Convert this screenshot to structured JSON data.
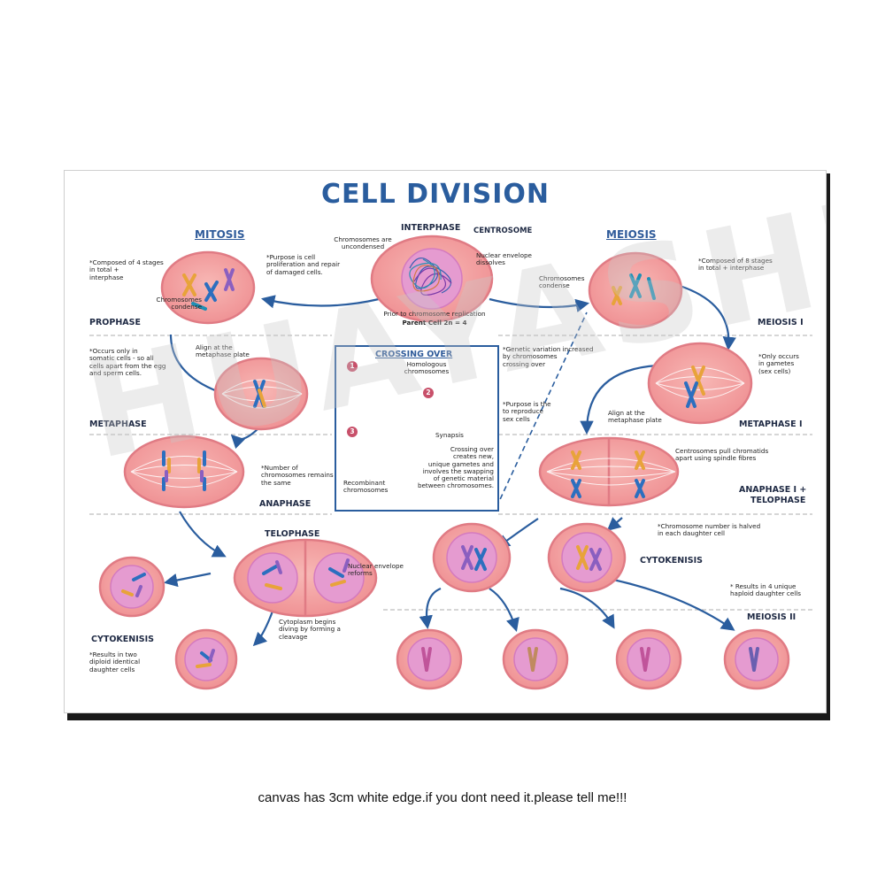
{
  "poster": {
    "title": "CELL DIVISION",
    "colors": {
      "title": "#2a5d9e",
      "cell_fill": "#f3a5a5",
      "cell_edge": "#e07b84",
      "nucleus": "#e59bd0",
      "arrow": "#2a5d9e"
    },
    "mitosis": {
      "heading": "MITOSIS",
      "note": "*Composed of 4 stages\nin total +\ninterphase",
      "purpose": "*Purpose is cell\nproliferation and repair\nof damaged cells.",
      "chromosomes_condense": "Chromosomes\ncondense",
      "prophase": "PROPHASE",
      "somatic_note": "*Occurs only in\nsomatic cells - so all\ncells apart from the egg\nand sperm cells.",
      "align": "Align at the\nmetaphase plate",
      "metaphase": "METAPHASE",
      "number_note": "*Number of\nchromosomes remains\nthe same",
      "anaphase": "ANAPHASE",
      "telophase": "TELOPHASE",
      "nuclear_reforms": "Nuclear envelope\nreforms",
      "cytoplasm": "Cytoplasm begins\ndiving by forming a\ncleavage",
      "cytokenisis": "CYTOKENISIS",
      "result": "*Results in two\ndiploid  identical\ndaughter cells"
    },
    "interphase": {
      "heading": "INTERPHASE",
      "unc": "Chromosomes are\nuncondensed",
      "centrosome": "CENTROSOME",
      "nuclear_dissolves": "Nuclear envelope\ndissolves",
      "prior": "Prior to chromosome replication",
      "parent": "Parent Cell 2n = 4"
    },
    "crossing_over": {
      "heading": "CROSSING OVER",
      "step1": "1",
      "step2": "2",
      "step3": "3",
      "homologous": "Homologous\nchromosomes",
      "synapsis": "Synapsis",
      "recombinant": "Recombinant\nchromosomes",
      "desc": "Crossing over\ncreates new,\nunique gametes and\ninvolves the swapping\nof genetic material\nbetween chromosomes."
    },
    "meiosis": {
      "heading": "MEIOSIS",
      "note": "*Composed of 8 stages\nin total + interphase",
      "chromosomes_condense": "Chromosomes\ncondense",
      "meiosis1": "MEIOSIS I",
      "genetic_var": "*Genetic variation increased\nby chromosomes\ncrossing over",
      "gamete_note": "*Only occurs\nin gametes\n(sex cells)",
      "purpose": "*Purpose is the\nto reproduce\nsex cells",
      "align": "Align at the\nmetaphase plate",
      "metaphase1": "METAPHASE I",
      "centrosomes_pull": "Centrosomes pull chromatids\napart using spindle fibres",
      "anaphase1_a": "ANAPHASE I +",
      "anaphase1_b": "TELOPHASE",
      "halved": "*Chromosome number is halved\nin each daughter cell",
      "cytokenisis": "CYTOKENISIS",
      "result": "* Results in 4 unique\nhaploid daughter cells",
      "meiosis2": "MEIOSIS II"
    },
    "watermark": "HUAYASHI"
  },
  "caption": "canvas has 3cm white edge.if you dont need it.please tell me!!!"
}
